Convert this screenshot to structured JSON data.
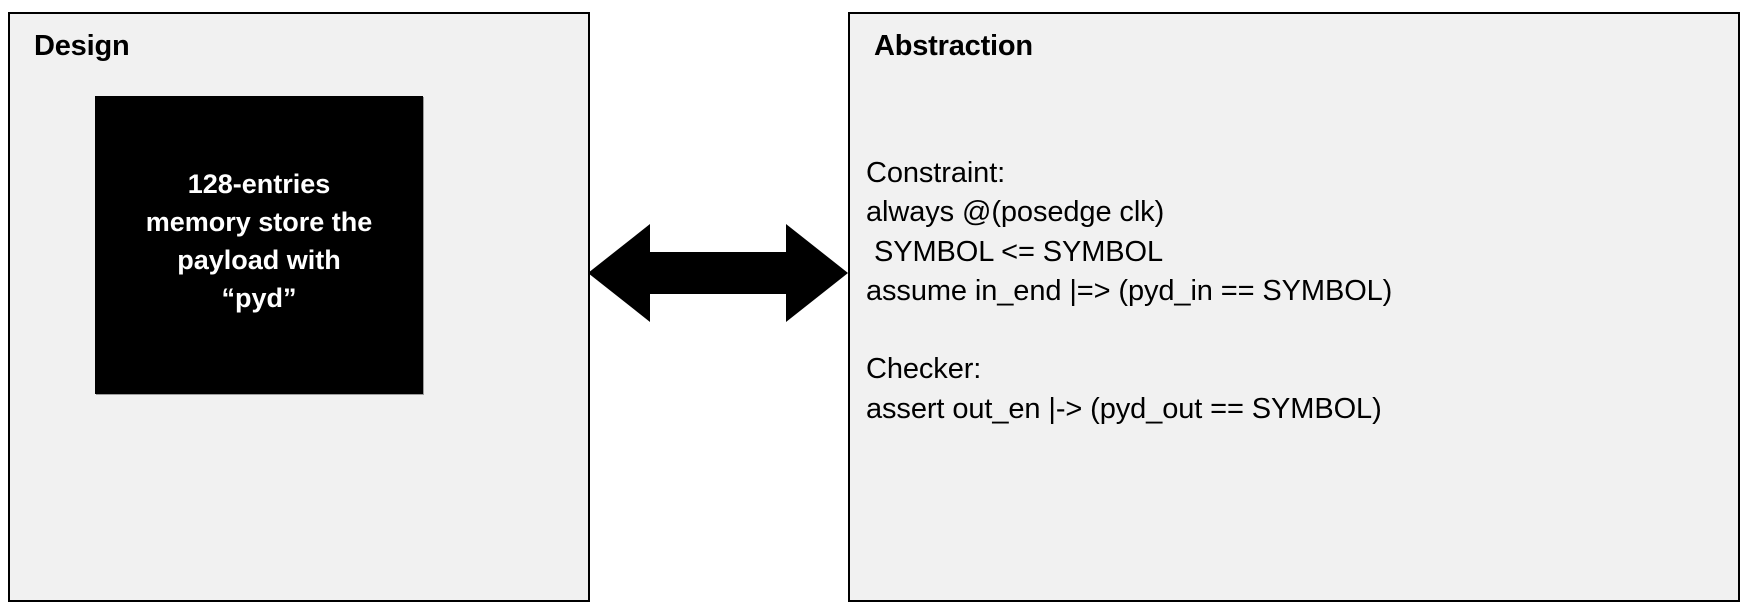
{
  "diagram": {
    "title_colors": {
      "panel_background": "#f1f1f1",
      "panel_border": "#000000",
      "block_fill": "#000000",
      "block_text": "#ffffff",
      "arrow_fill": "#000000",
      "page_background": "#ffffff"
    }
  },
  "design_panel": {
    "title": "Design",
    "memory_block": {
      "text": "128-entries\nmemory store the\npayload with\n“pyd”",
      "lines": [
        "128-entries",
        "memory store the",
        "payload with",
        "“pyd”"
      ]
    }
  },
  "connector": {
    "icon": "double-headed-horizontal-arrow",
    "direction": "bidirectional"
  },
  "abstraction_panel": {
    "title": "Abstraction",
    "body": "Constraint:\nalways @(posedge clk)\n SYMBOL <= SYMBOL\nassume in_end |=> (pyd_in == SYMBOL)\n\nChecker:\nassert out_en |-> (pyd_out == SYMBOL)",
    "sections": [
      {
        "heading": "Constraint:",
        "lines": [
          "always @(posedge clk)",
          " SYMBOL <= SYMBOL",
          "assume in_end |=> (pyd_in == SYMBOL)"
        ]
      },
      {
        "heading": "Checker:",
        "lines": [
          "assert out_en |-> (pyd_out == SYMBOL)"
        ]
      }
    ]
  }
}
